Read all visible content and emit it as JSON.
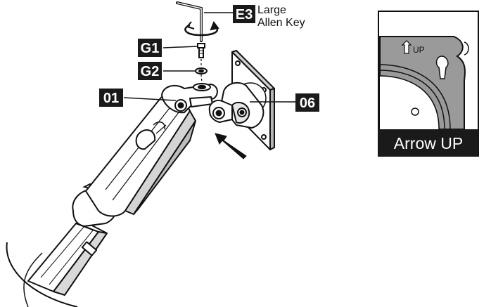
{
  "callouts": {
    "e3": "E3",
    "g1": "G1",
    "g2": "G2",
    "c01": "01",
    "c06": "06"
  },
  "allen_key_label": {
    "line1": "Large",
    "line2": "Allen Key"
  },
  "detail_inset": {
    "up_mark": "UP",
    "caption": "Arrow UP"
  },
  "colors": {
    "ink": "#111111",
    "callout_bg": "#1a1a1a",
    "inset_gray": "#9a9a9a",
    "plate_gray": "#bdbdbd"
  }
}
